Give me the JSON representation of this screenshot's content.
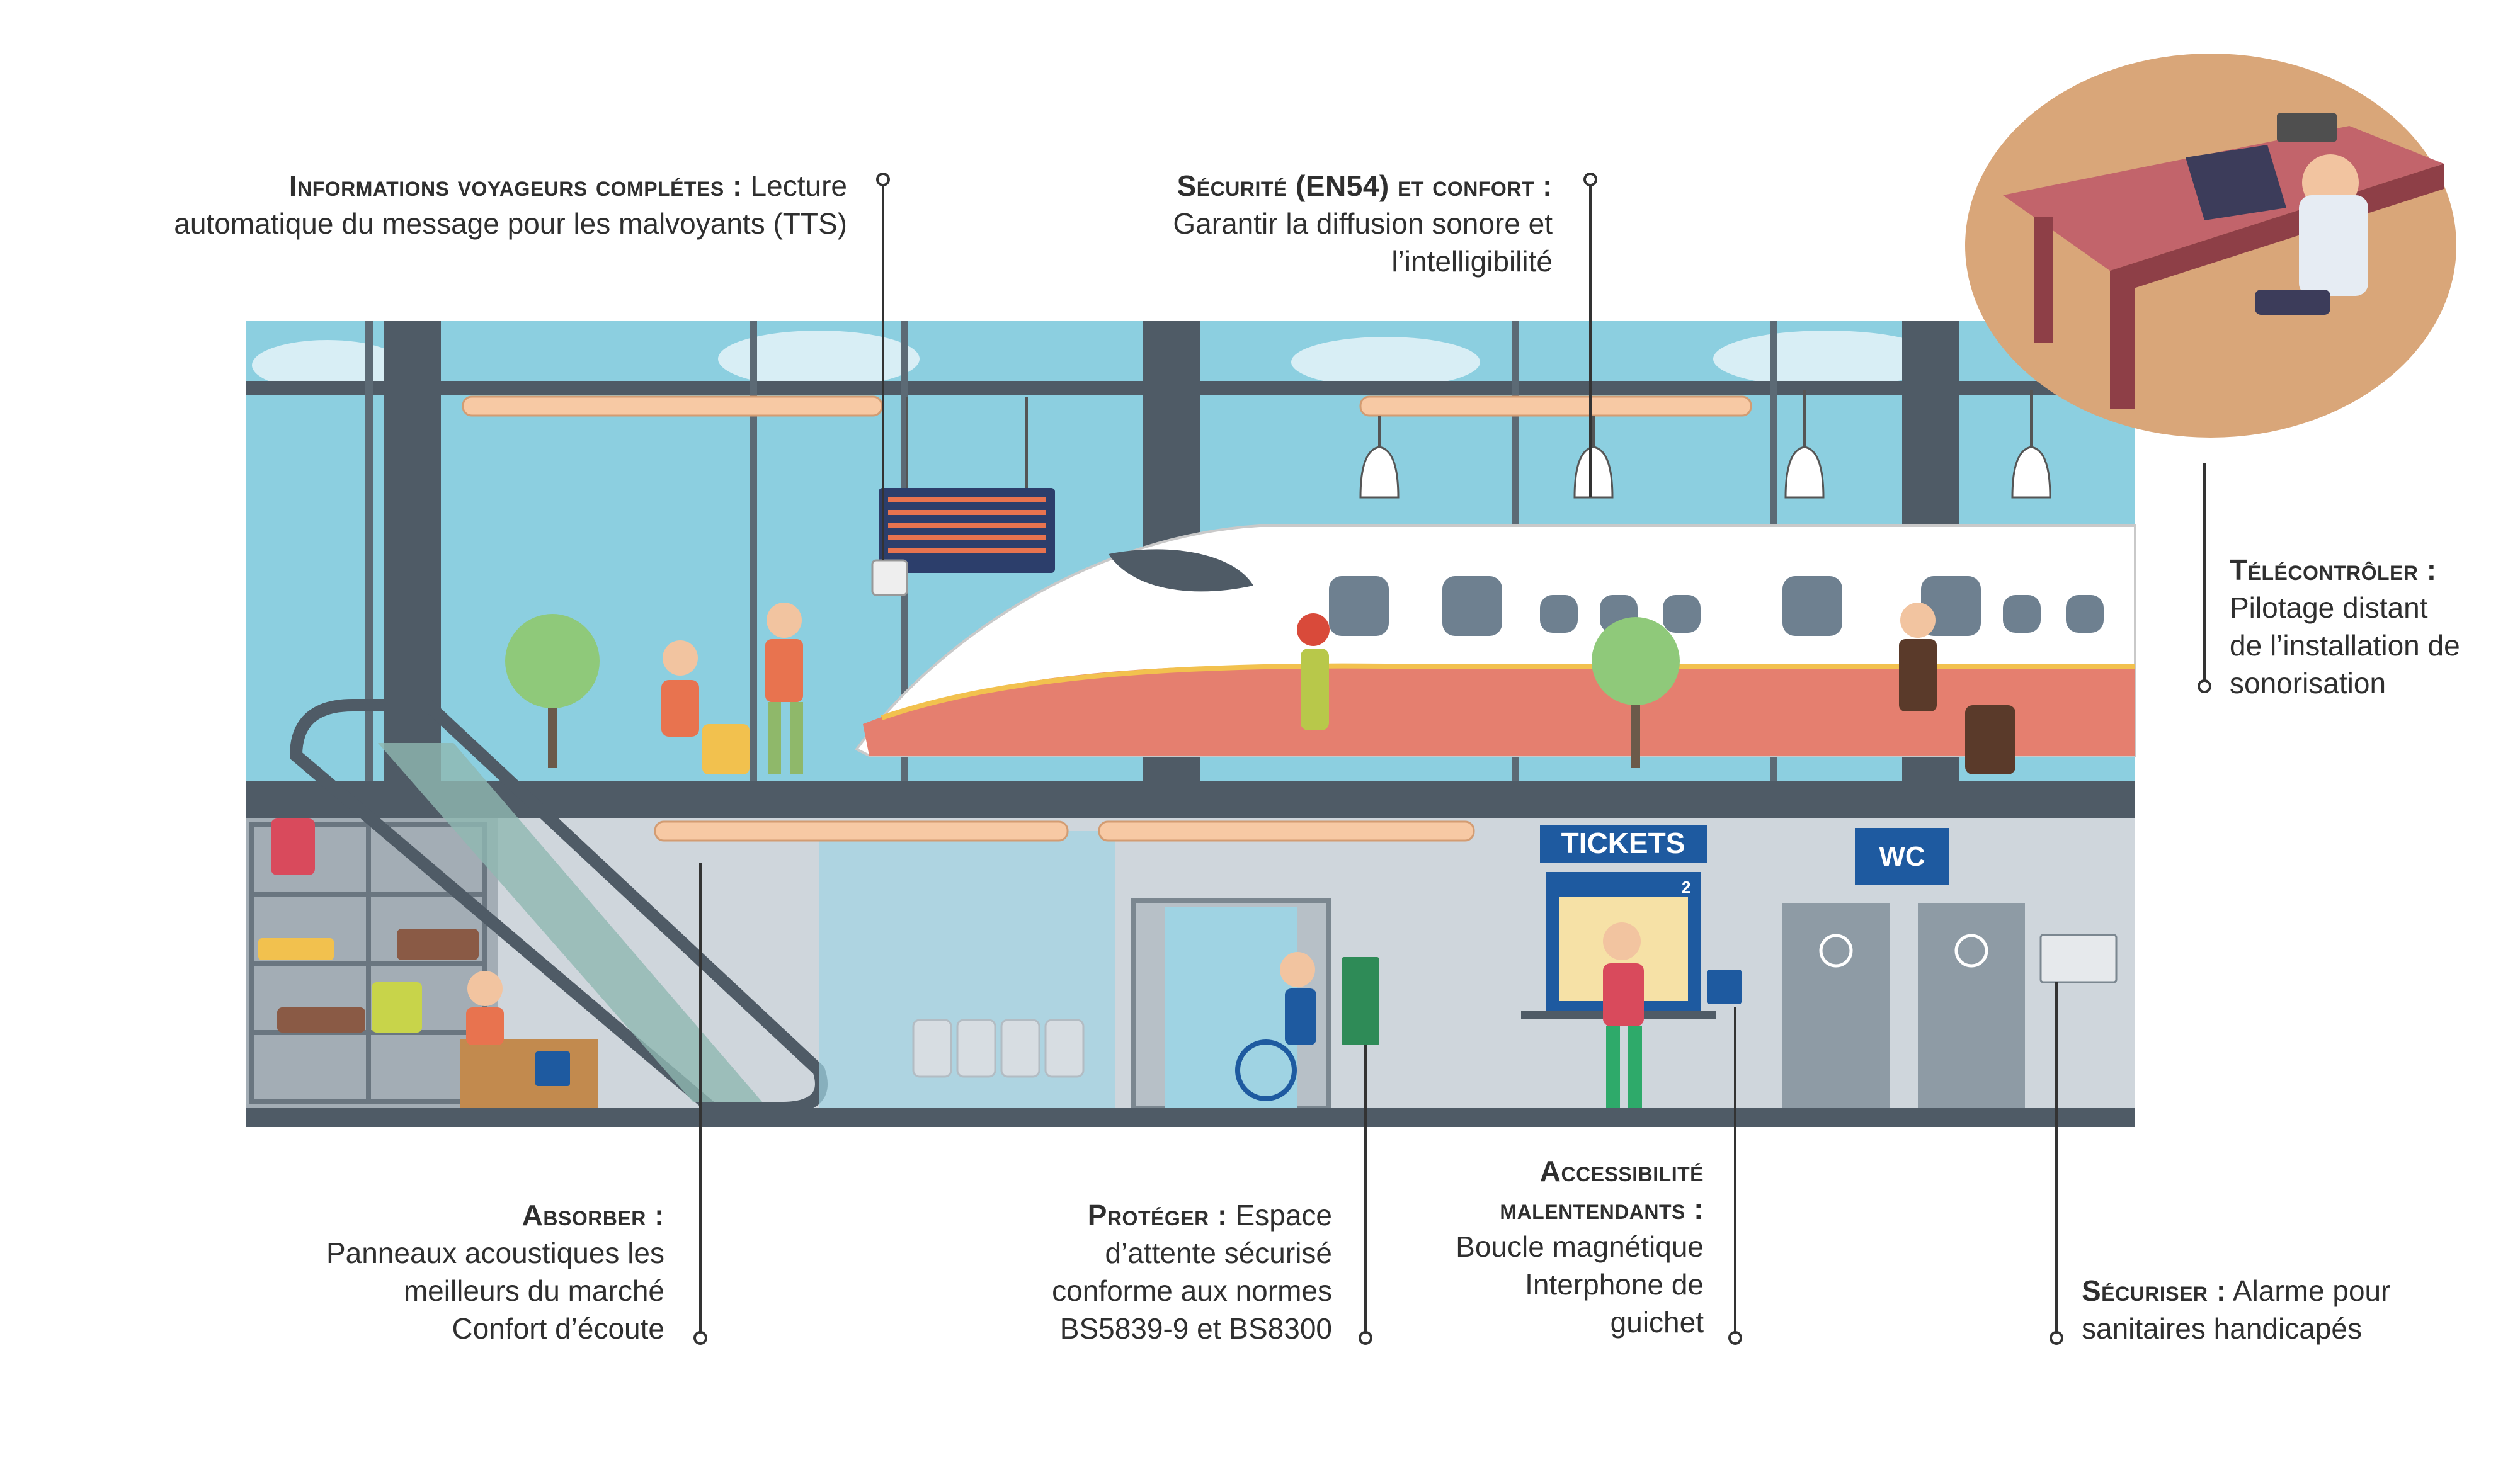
{
  "callouts": {
    "tts": {
      "title": "Informations voyageurs complétes :",
      "text1": " Lecture",
      "text2": "automatique du message pour les malvoyants (TTS)"
    },
    "en54": {
      "title": "Sécurité (EN54) et confort :",
      "text1": "Garantir la diffusion sonore et",
      "text2": "l’intelligibilité"
    },
    "remote": {
      "title": "Télécontrôler :",
      "text1": "Pilotage distant",
      "text2": "de l’installation de",
      "text3": "sonorisation"
    },
    "absorb": {
      "title": "Absorber :",
      "text1": "Panneaux acoustiques les",
      "text2": "meilleurs du marché",
      "text3": "Confort d’écoute"
    },
    "protect": {
      "title": "Protéger :",
      "text0": " Espace",
      "text1": "d’attente sécurisé",
      "text2": "conforme aux normes",
      "text3": "BS5839-9 et BS8300"
    },
    "access": {
      "title1": "Accessibilité",
      "title2": "malentendants :",
      "text1": "Boucle magnétique",
      "text2": "Interphone de",
      "text3": "guichet"
    },
    "secure": {
      "title": "Sécuriser :",
      "text1": " Alarme pour",
      "text2": "sanitaires handicapés"
    }
  },
  "signs": {
    "tickets": "TICKETS",
    "wc": "WC",
    "counter_number": "2"
  },
  "colors": {
    "sky": "#8ccfe0",
    "train_red": "#e57f6f",
    "structure": "#4f5b66",
    "floor_grey": "#cfd6dc",
    "panel_orange": "#f7c9a4",
    "sign_blue": "#1e5aa0"
  }
}
